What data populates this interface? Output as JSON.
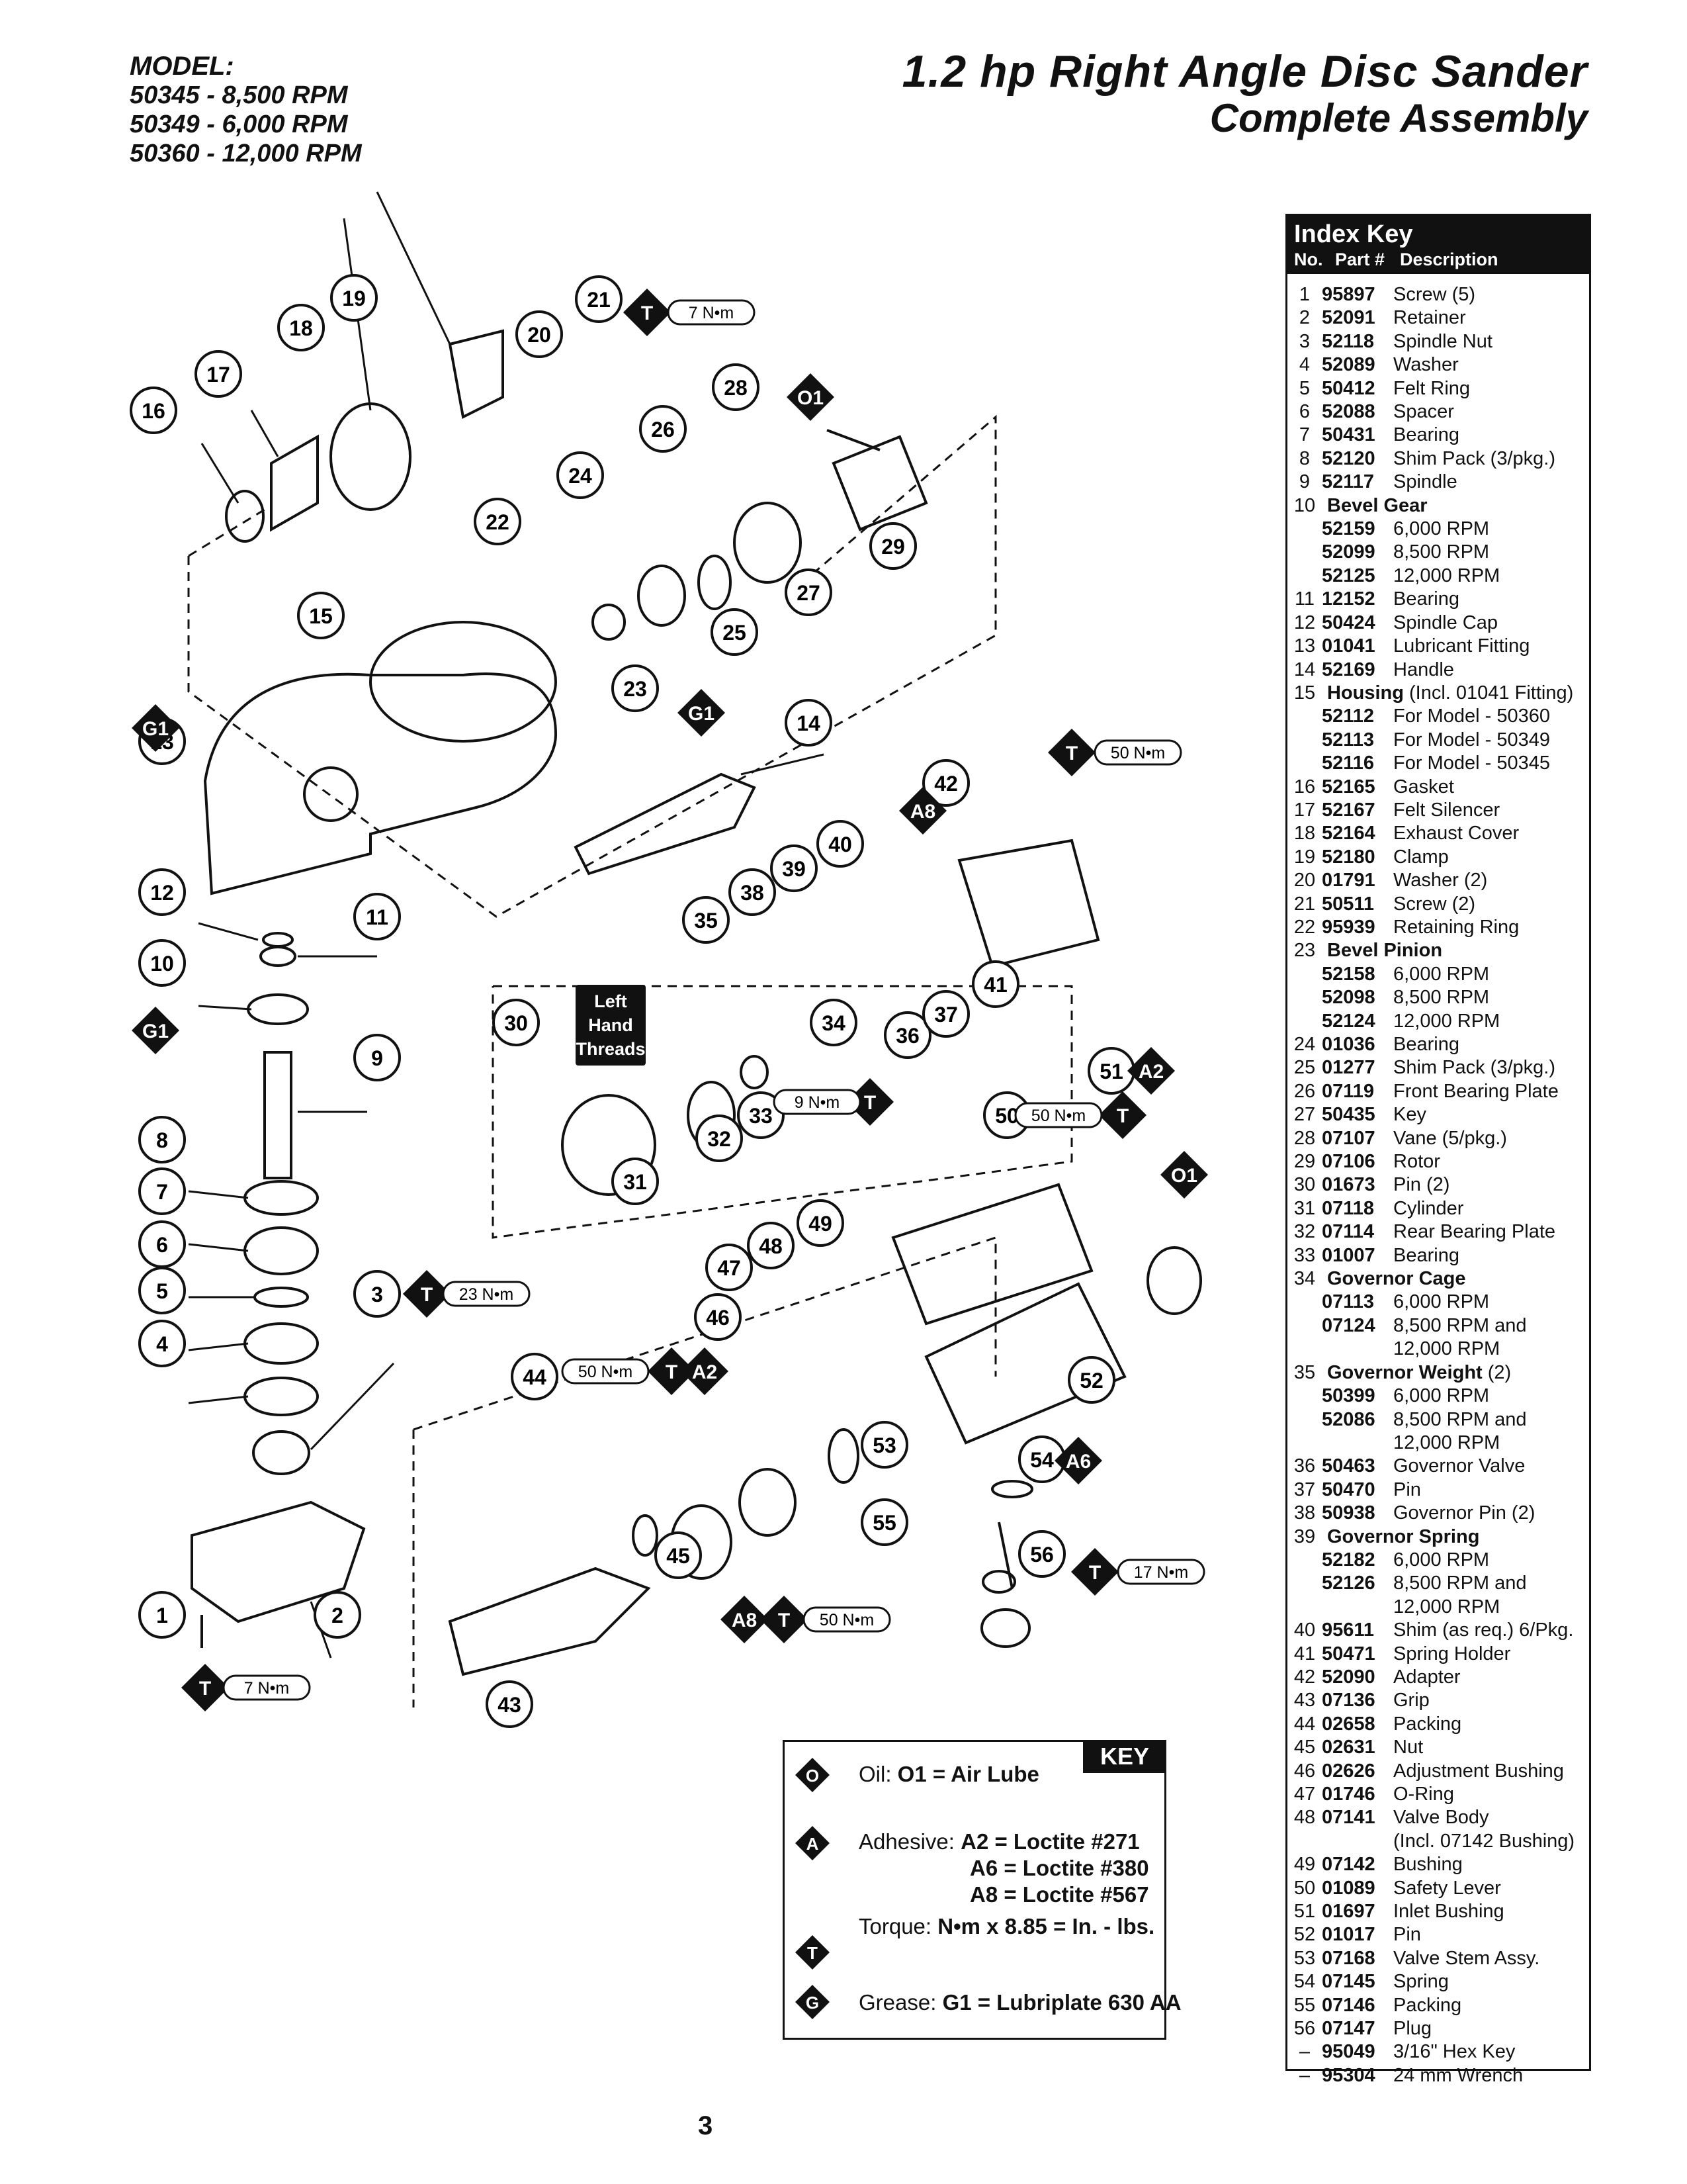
{
  "header": {
    "model_label": "MODEL:",
    "models": [
      {
        "num": "50345 -",
        "rpm": "8,500 RPM"
      },
      {
        "num": "50349 -",
        "rpm": "6,000 RPM"
      },
      {
        "num": "50360 -",
        "rpm": "12,000 RPM"
      }
    ],
    "title": "1.2 hp Right Angle Disc Sander",
    "subtitle": "Complete Assembly"
  },
  "index_key": {
    "title": "Index Key",
    "col_no": "No.",
    "col_part": "Part #",
    "col_desc": "Description",
    "rows": [
      {
        "no": "1",
        "part": "95897",
        "desc": "Screw (5)"
      },
      {
        "no": "2",
        "part": "52091",
        "desc": "Retainer"
      },
      {
        "no": "3",
        "part": "52118",
        "desc": "Spindle Nut"
      },
      {
        "no": "4",
        "part": "52089",
        "desc": "Washer"
      },
      {
        "no": "5",
        "part": "50412",
        "desc": "Felt Ring"
      },
      {
        "no": "6",
        "part": "52088",
        "desc": "Spacer"
      },
      {
        "no": "7",
        "part": "50431",
        "desc": "Bearing"
      },
      {
        "no": "8",
        "part": "52120",
        "desc": "Shim Pack (3/pkg.)"
      },
      {
        "no": "9",
        "part": "52117",
        "desc": "Spindle"
      },
      {
        "no": "10",
        "part": "Bevel Gear",
        "desc": ""
      },
      {
        "no": "",
        "part": "52159",
        "desc": "6,000 RPM"
      },
      {
        "no": "",
        "part": "52099",
        "desc": "8,500 RPM"
      },
      {
        "no": "",
        "part": "52125",
        "desc": "12,000 RPM"
      },
      {
        "no": "11",
        "part": "12152",
        "desc": "Bearing"
      },
      {
        "no": "12",
        "part": "50424",
        "desc": "Spindle Cap"
      },
      {
        "no": "13",
        "part": "01041",
        "desc": "Lubricant Fitting"
      },
      {
        "no": "14",
        "part": "52169",
        "desc": "Handle"
      },
      {
        "no": "15",
        "part": "Housing",
        "desc": "(Incl. 01041 Fitting)"
      },
      {
        "no": "",
        "part": "52112",
        "desc": "For Model - 50360"
      },
      {
        "no": "",
        "part": "52113",
        "desc": "For Model - 50349"
      },
      {
        "no": "",
        "part": "52116",
        "desc": "For Model - 50345"
      },
      {
        "no": "16",
        "part": "52165",
        "desc": "Gasket"
      },
      {
        "no": "17",
        "part": "52167",
        "desc": "Felt Silencer"
      },
      {
        "no": "18",
        "part": "52164",
        "desc": "Exhaust Cover"
      },
      {
        "no": "19",
        "part": "52180",
        "desc": "Clamp"
      },
      {
        "no": "20",
        "part": "01791",
        "desc": "Washer (2)"
      },
      {
        "no": "21",
        "part": "50511",
        "desc": "Screw (2)"
      },
      {
        "no": "22",
        "part": "95939",
        "desc": "Retaining Ring"
      },
      {
        "no": "23",
        "part": "Bevel Pinion",
        "desc": ""
      },
      {
        "no": "",
        "part": "52158",
        "desc": "6,000 RPM"
      },
      {
        "no": "",
        "part": "52098",
        "desc": "8,500 RPM"
      },
      {
        "no": "",
        "part": "52124",
        "desc": "12,000 RPM"
      },
      {
        "no": "24",
        "part": "01036",
        "desc": "Bearing"
      },
      {
        "no": "25",
        "part": "01277",
        "desc": "Shim Pack (3/pkg.)"
      },
      {
        "no": "26",
        "part": "07119",
        "desc": "Front Bearing Plate"
      },
      {
        "no": "27",
        "part": "50435",
        "desc": "Key"
      },
      {
        "no": "28",
        "part": "07107",
        "desc": "Vane (5/pkg.)"
      },
      {
        "no": "29",
        "part": "07106",
        "desc": "Rotor"
      },
      {
        "no": "30",
        "part": "01673",
        "desc": "Pin (2)"
      },
      {
        "no": "31",
        "part": "07118",
        "desc": "Cylinder"
      },
      {
        "no": "32",
        "part": "07114",
        "desc": "Rear Bearing Plate"
      },
      {
        "no": "33",
        "part": "01007",
        "desc": "Bearing"
      },
      {
        "no": "34",
        "part": "Governor Cage",
        "desc": ""
      },
      {
        "no": "",
        "part": "07113",
        "desc": "6,000 RPM"
      },
      {
        "no": "",
        "part": "07124",
        "desc": "8,500 RPM and"
      },
      {
        "no": "",
        "part": "",
        "desc": "12,000 RPM"
      },
      {
        "no": "35",
        "part": "Governor Weight",
        "desc": "(2)"
      },
      {
        "no": "",
        "part": "50399",
        "desc": "6,000 RPM"
      },
      {
        "no": "",
        "part": "52086",
        "desc": "8,500 RPM and"
      },
      {
        "no": "",
        "part": "",
        "desc": "12,000 RPM"
      },
      {
        "no": "36",
        "part": "50463",
        "desc": "Governor Valve"
      },
      {
        "no": "37",
        "part": "50470",
        "desc": "Pin"
      },
      {
        "no": "38",
        "part": "50938",
        "desc": "Governor Pin (2)"
      },
      {
        "no": "39",
        "part": "Governor Spring",
        "desc": ""
      },
      {
        "no": "",
        "part": "52182",
        "desc": "6,000 RPM"
      },
      {
        "no": "",
        "part": "52126",
        "desc": "8,500 RPM and"
      },
      {
        "no": "",
        "part": "",
        "desc": "12,000 RPM"
      },
      {
        "no": "40",
        "part": "95611",
        "desc": "Shim (as req.) 6/Pkg."
      },
      {
        "no": "41",
        "part": "50471",
        "desc": "Spring Holder"
      },
      {
        "no": "42",
        "part": "52090",
        "desc": "Adapter"
      },
      {
        "no": "43",
        "part": "07136",
        "desc": "Grip"
      },
      {
        "no": "44",
        "part": "02658",
        "desc": "Packing"
      },
      {
        "no": "45",
        "part": "02631",
        "desc": "Nut"
      },
      {
        "no": "46",
        "part": "02626",
        "desc": "Adjustment Bushing"
      },
      {
        "no": "47",
        "part": "01746",
        "desc": "O-Ring"
      },
      {
        "no": "48",
        "part": "07141",
        "desc": "Valve Body"
      },
      {
        "no": "",
        "part": "",
        "desc": "(Incl. 07142 Bushing)"
      },
      {
        "no": "49",
        "part": "07142",
        "desc": "Bushing"
      },
      {
        "no": "50",
        "part": "01089",
        "desc": "Safety Lever"
      },
      {
        "no": "51",
        "part": "01697",
        "desc": "Inlet Bushing"
      },
      {
        "no": "52",
        "part": "01017",
        "desc": "Pin"
      },
      {
        "no": "53",
        "part": "07168",
        "desc": "Valve Stem Assy."
      },
      {
        "no": "54",
        "part": "07145",
        "desc": "Spring"
      },
      {
        "no": "55",
        "part": "07146",
        "desc": "Packing"
      },
      {
        "no": "56",
        "part": "07147",
        "desc": "Plug"
      },
      {
        "no": "–",
        "part": "95049",
        "desc": "3/16\" Hex Key"
      },
      {
        "no": "–",
        "part": "95304",
        "desc": "24 mm Wrench"
      }
    ]
  },
  "key_box": {
    "label": "KEY",
    "oil_prefix": "Oil:",
    "oil_value": "O1 = Air Lube",
    "adhesive_prefix": "Adhesive:",
    "adh_a2": "A2 = Loctite  #271",
    "adh_a6": "A6 = Loctite  #380",
    "adh_a8": "A8 = Loctite  #567",
    "torque_prefix": "Torque:",
    "torque_value": "N•m x 8.85 = In. - lbs.",
    "grease_prefix": "Grease:",
    "grease_value": "G1 = Lubriplate 630 AA",
    "sym_o": "O",
    "sym_a": "A",
    "sym_t": "T",
    "sym_g": "G"
  },
  "diagram": {
    "left_hand_threads": [
      "Left",
      "Hand",
      "Threads"
    ],
    "callouts": [
      "1",
      "2",
      "3",
      "4",
      "5",
      "6",
      "7",
      "8",
      "9",
      "10",
      "11",
      "12",
      "13",
      "14",
      "15",
      "16",
      "17",
      "18",
      "19",
      "20",
      "21",
      "22",
      "23",
      "24",
      "25",
      "26",
      "27",
      "28",
      "29",
      "30",
      "31",
      "32",
      "33",
      "34",
      "35",
      "36",
      "37",
      "38",
      "39",
      "40",
      "41",
      "42",
      "43",
      "44",
      "45",
      "46",
      "47",
      "48",
      "49",
      "50",
      "51",
      "52",
      "53",
      "54",
      "55",
      "56"
    ],
    "torques": [
      "7 N•m",
      "7 N•m",
      "23 N•m",
      "50 N•m",
      "50 N•m",
      "9 N•m",
      "50 N•m",
      "17 N•m",
      "50 N•m"
    ],
    "symbols": [
      "T",
      "T",
      "T",
      "T",
      "T",
      "T",
      "T",
      "T",
      "T",
      "G1",
      "G1",
      "G1",
      "O1",
      "O1",
      "A8",
      "A8",
      "A2",
      "A2",
      "A6"
    ]
  },
  "page_number": "3"
}
